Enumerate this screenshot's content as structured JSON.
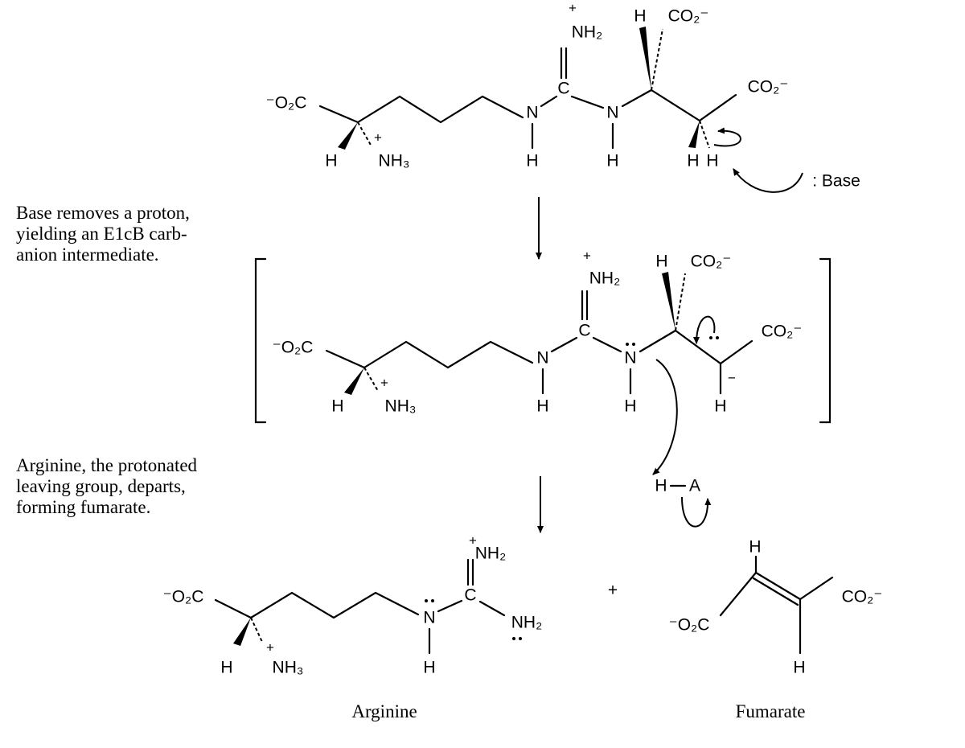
{
  "step1": {
    "caption": [
      "Base removes a proton,",
      "yielding an E1cB carb-",
      "anion intermediate."
    ]
  },
  "step2": {
    "caption": [
      "Arginine, the protonated",
      "leaving group, departs,",
      "forming fumarate."
    ]
  },
  "atoms": {
    "carboxylate_left": "⁻O₂C",
    "carboxylate_right": "CO₂⁻",
    "h": "H",
    "nh3": "NH₃",
    "nh2": "NH₂",
    "n": "N",
    "c": "C",
    "a": "A",
    "plus": "+",
    "minus": "−",
    "base": ": Base"
  },
  "products": {
    "arginine": "Arginine",
    "fumarate": "Fumarate",
    "plus": "+"
  }
}
